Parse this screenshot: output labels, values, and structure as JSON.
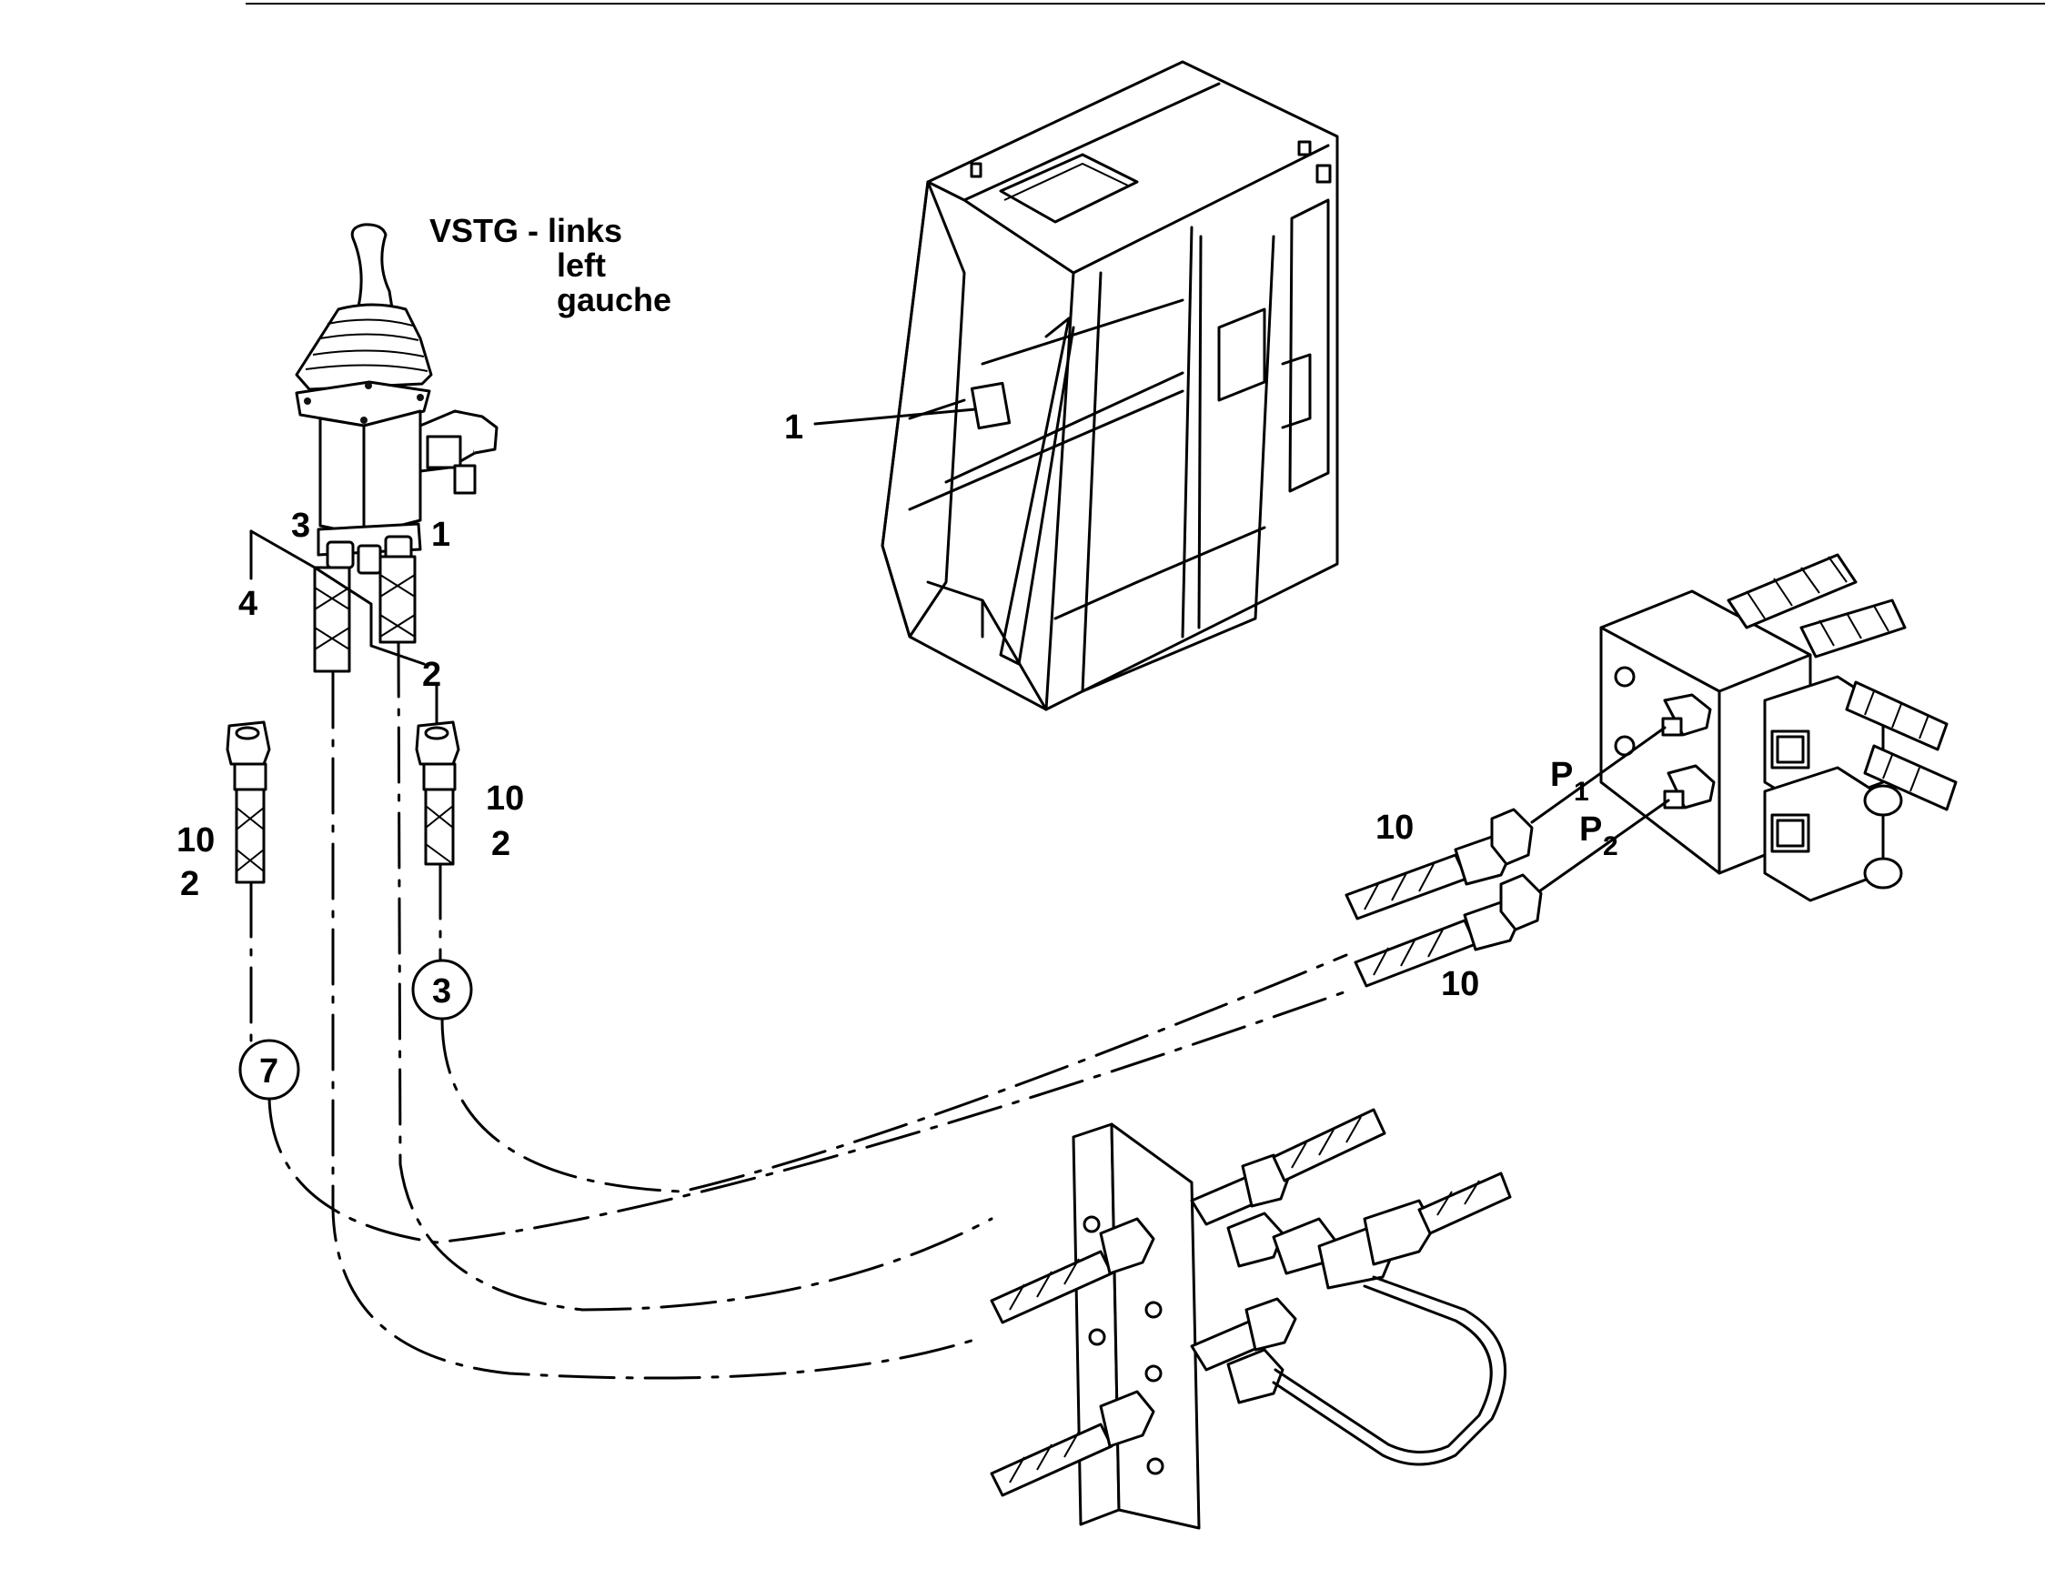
{
  "title": {
    "line1": "VSTG -  links",
    "line2": "left",
    "line3": "gauche"
  },
  "callouts": {
    "cab_item": "1",
    "port_3": "3",
    "port_1": "1",
    "port_4": "4",
    "port_2": "2",
    "hose_left_size": "10",
    "hose_left_qty": "2",
    "hose_right_size": "10",
    "hose_right_qty": "2",
    "circle_3": "3",
    "circle_7": "7",
    "p1_hose_size": "10",
    "p2_hose_size": "10",
    "p1_letter": "P",
    "p1_sub": "1",
    "p2_letter": "P",
    "p2_sub": "2"
  },
  "colors": {
    "ink": "#000000",
    "paper": "#ffffff"
  },
  "icons": [
    "joystick-valve-icon",
    "cab-icon",
    "control-block-icon",
    "bulkhead-bracket-icon",
    "hose-fitting-icon"
  ]
}
